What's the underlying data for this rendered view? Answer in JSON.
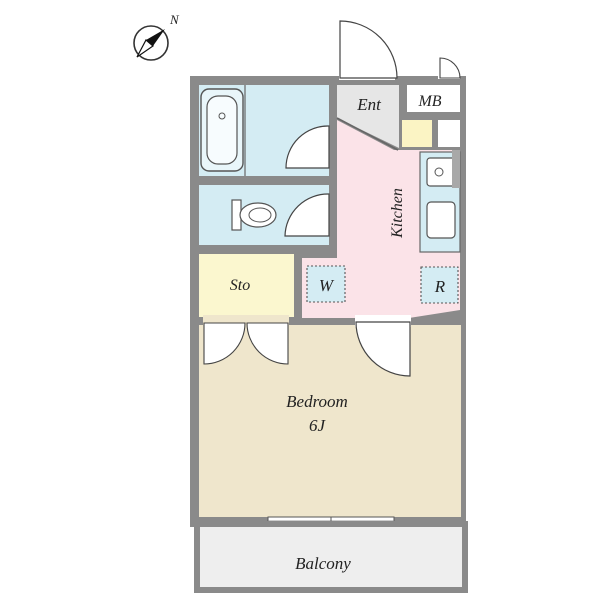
{
  "compass": {
    "label": "N",
    "icon": "north-arrow-icon"
  },
  "rooms": {
    "entrance": "Ent",
    "meter_box": "MB",
    "kitchen": "Kitchen",
    "storage": "Sto",
    "washer": "W",
    "refrigerator": "R",
    "bedroom": "Bedroom",
    "bedroom_size": "6J",
    "balcony": "Balcony"
  },
  "colors": {
    "wall": "#8a8a8a",
    "wet_area": "#d4ecf3",
    "kitchen": "#fbe3e8",
    "entrance": "#e6e6e6",
    "storage": "#fbf7cf",
    "bedroom": "#efe6cc",
    "balcony": "#eeeeee",
    "utility_box": "#fbf4c4"
  }
}
